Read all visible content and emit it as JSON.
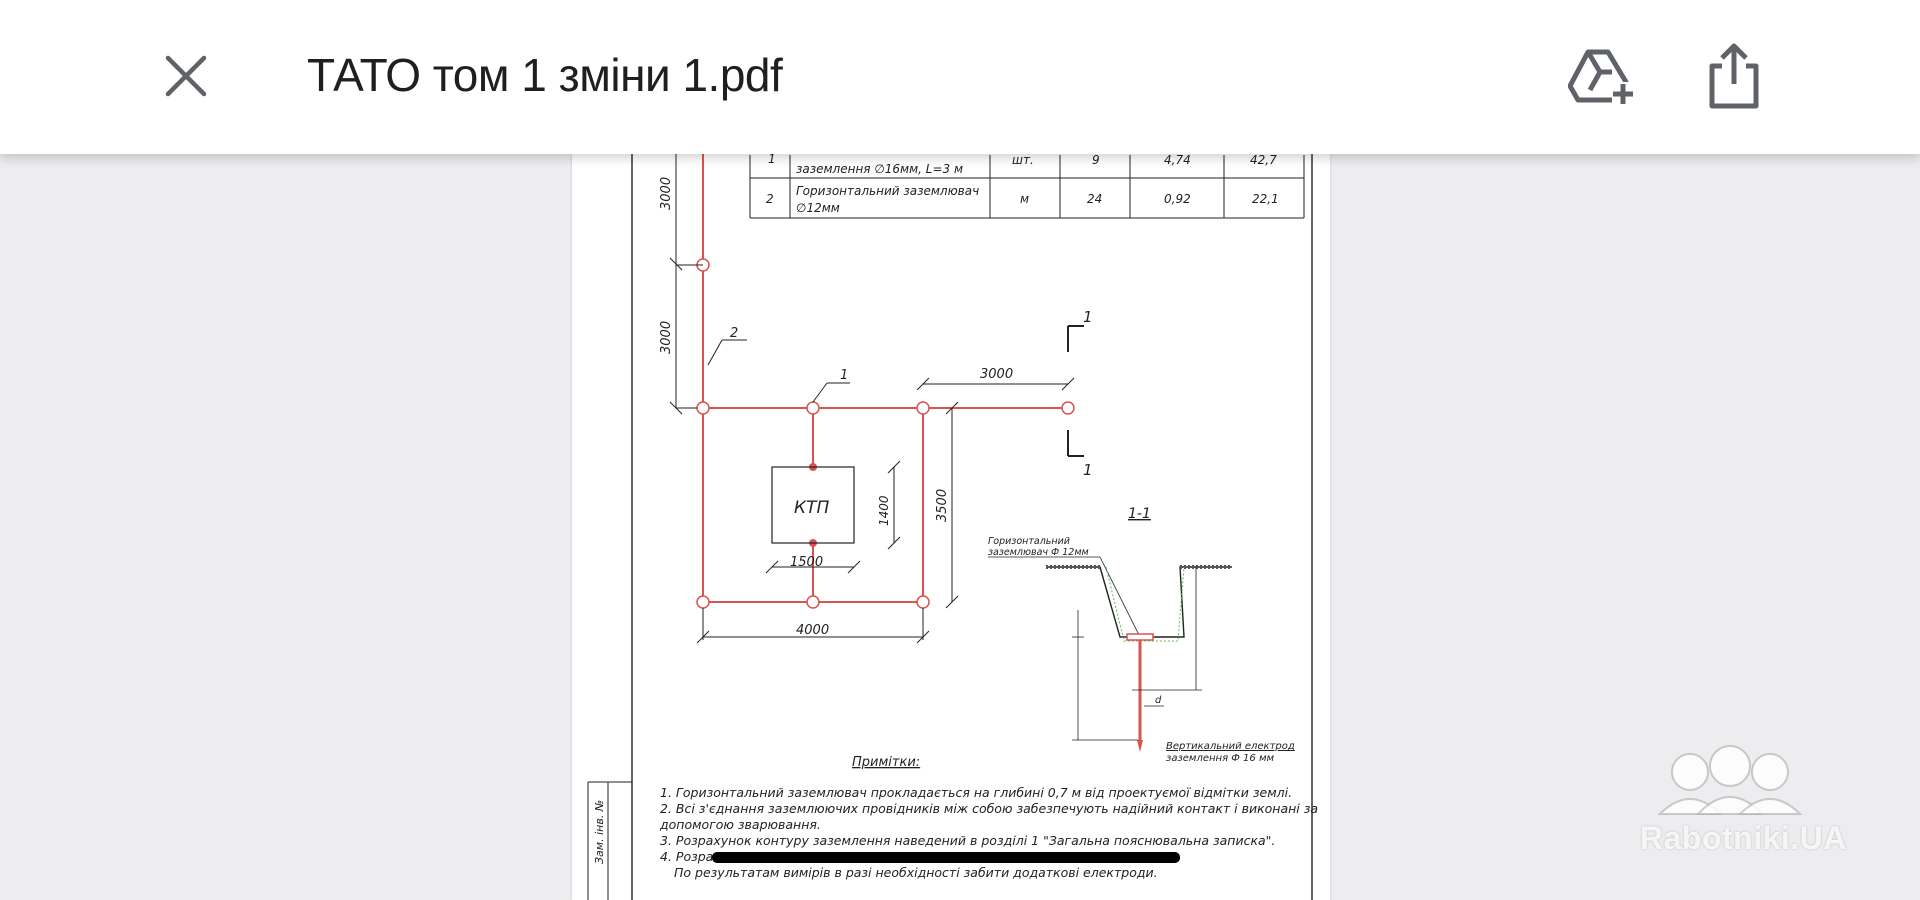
{
  "toolbar": {
    "title": "ТАТО том 1 зміни 1.pdf",
    "close_icon": "close-icon",
    "drive_icon": "add-to-drive-icon",
    "share_icon": "share-icon"
  },
  "document": {
    "table": {
      "rows": [
        {
          "num": "1",
          "name_line1": "",
          "name_line2": "заземлення ∅16мм, L=3 м",
          "unit": "шт.",
          "qty": "9",
          "mass_unit": "4,74",
          "mass_total": "42,7"
        },
        {
          "num": "2",
          "name_line1": "Горизонтальний заземлювач",
          "name_line2": "∅12мм",
          "unit": "м",
          "qty": "24",
          "mass_unit": "0,92",
          "mass_total": "22,1"
        }
      ]
    },
    "plan": {
      "dim_left_top": "3000",
      "dim_left_mid": "3000",
      "label_2": "2",
      "label_1": "1",
      "dim_top_right": "3000",
      "section_mark": "1",
      "ktp_label": "КТП",
      "dim_ktp_height": "1400",
      "dim_ktp_width": "1500",
      "dim_right": "3500",
      "dim_bottom": "4000"
    },
    "section": {
      "title": "1-1",
      "horizontal_label_1": "Горизонтальний",
      "horizontal_label_2": "заземлювач Ф 12мм",
      "vertical_label_1": "Вертикальний електрод",
      "vertical_label_2": "заземлення Ф 16 мм",
      "d_label": "d"
    },
    "notes": {
      "heading": "Примітки:",
      "line1": "1. Горизонтальний заземлювач прокладається на глибині 0,7 м від проектуємої відмітки землі.",
      "line2a": "2. Всі з'єднання заземлюючих провідників між собою забезпечують надійний контакт і виконані за",
      "line2b": "допомогою зварювання.",
      "line3": "3. Розрахунок контуру заземлення наведений в розділі 1 \"Загальна пояснювальна записка\".",
      "line4": "4. Розра",
      "line5": "По результатам вимірів в разі необхідності забити додаткові електроди."
    },
    "stamp": {
      "side_label": "Зам. інв. №"
    }
  },
  "watermark": {
    "text": "Rabotniki.UA"
  },
  "colors": {
    "toolbar_bg": "#ffffff",
    "background": "#ededf0",
    "grounding_red": "#d9534f",
    "icon_gray": "#5f6368"
  }
}
